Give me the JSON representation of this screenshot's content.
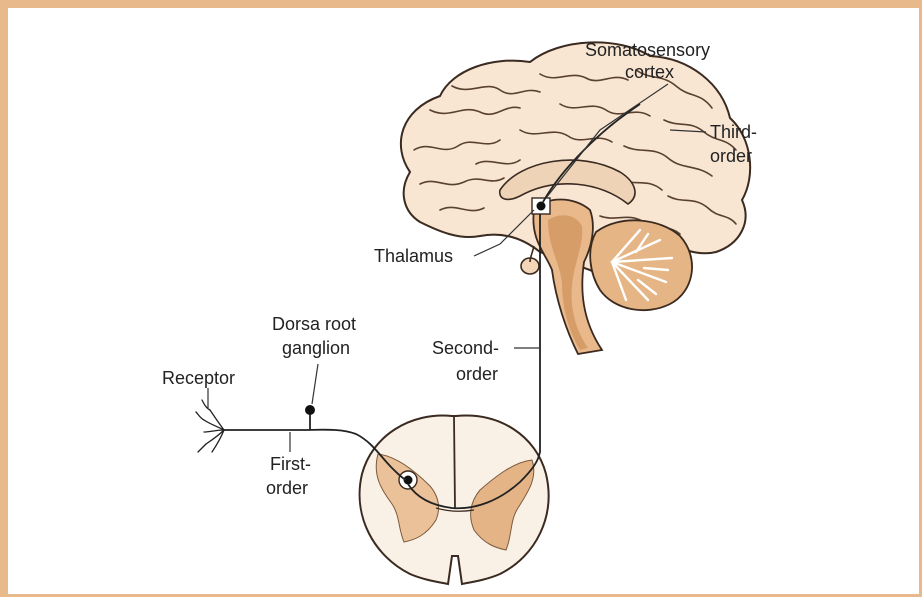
{
  "labels": {
    "somatosensory_line1": "Somatosensory",
    "somatosensory_line2": "cortex",
    "third_line1": "Third-",
    "third_line2": "order",
    "thalamus": "Thalamus",
    "dorsal_line1": "Dorsa root",
    "dorsal_line2": "ganglion",
    "second_line1": "Second-",
    "second_line2": "order",
    "receptor": "Receptor",
    "first_line1": "First-",
    "first_line2": "order"
  },
  "colors": {
    "frame": "#e8b98a",
    "brain_fill": "#f8e6d3",
    "brainstem_fill": "#e9b98c",
    "brainstem_dark": "#d79d68",
    "cerebellum": "#e6b585",
    "cord_fill": "#faf1e6",
    "gray_matter": "#ebc199",
    "ink": "#222222"
  }
}
